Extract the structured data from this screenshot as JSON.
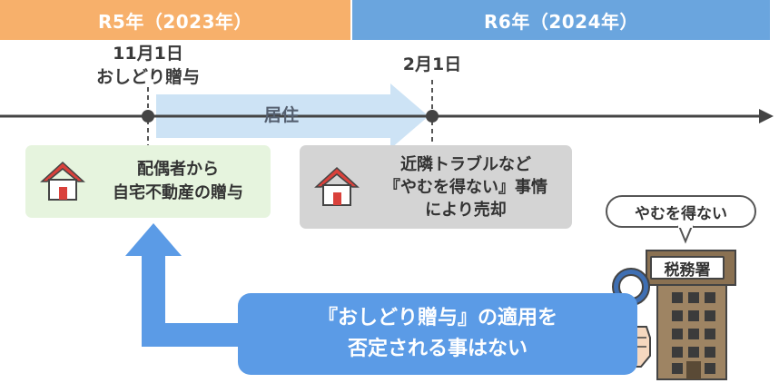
{
  "years": [
    {
      "label": "R5年（2023年）",
      "color": "#f7b06b"
    },
    {
      "label": "R6年（2024年）",
      "color": "#6aa5de"
    }
  ],
  "events": {
    "gift_date": "11月1日",
    "gift_name": "おしどり贈与",
    "sale_date": "2月1日"
  },
  "residence_label": "居住",
  "gift_box": {
    "lines": [
      "配偶者から",
      "自宅不動産の贈与"
    ],
    "bg": "#e6f4de"
  },
  "sale_box": {
    "lines": [
      "近隣トラブルなど",
      "『やむを得ない』事情",
      "により売却"
    ],
    "bg": "#d4d4d4"
  },
  "tax_office": {
    "label": "税務署",
    "speech": "やむを得ない"
  },
  "conclusion": {
    "lines": [
      "『おしどり贈与』の適用を",
      "否定される事はない"
    ],
    "bg": "#5b9be6"
  },
  "icons": [
    "house-icon",
    "tax-office-building-icon",
    "magnifier-sign-icon",
    "hand-icon",
    "timeline-arrow-icon"
  ]
}
